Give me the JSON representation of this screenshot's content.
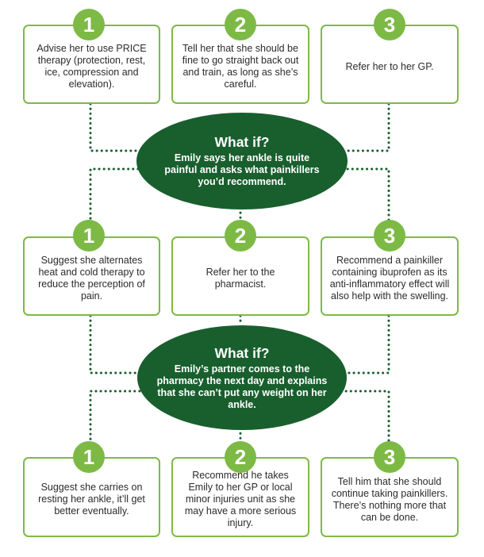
{
  "colors": {
    "green": "#7dba45",
    "dark_green": "#195f2e"
  },
  "step1": {
    "options": [
      {
        "number": "1",
        "text": "Advise her to use PRICE therapy (protection, rest, ice, compression and elevation)."
      },
      {
        "number": "2",
        "text": "Tell her that she should be fine to go straight back out and train, as long as she’s careful."
      },
      {
        "number": "3",
        "text": "Refer her to her GP."
      }
    ]
  },
  "whatif1": {
    "heading": "What if?",
    "text": "Emily says her ankle is quite painful and asks what painkillers you’d recommend."
  },
  "step2": {
    "options": [
      {
        "number": "1",
        "text": "Suggest she alternates heat and cold therapy to reduce the perception of pain."
      },
      {
        "number": "2",
        "text": "Refer her to the pharmacist."
      },
      {
        "number": "3",
        "text": "Recommend a painkiller containing ibuprofen as its anti-inflammatory effect will also help with the swelling."
      }
    ]
  },
  "whatif2": {
    "heading": "What if?",
    "text": "Emily’s partner comes to the pharmacy the next day and explains that she can’t put any weight on her ankle."
  },
  "step3": {
    "options": [
      {
        "number": "1",
        "text": "Suggest she carries on resting her ankle, it’ll get better eventually."
      },
      {
        "number": "2",
        "text": "Recommend he takes Emily to her GP or local minor injuries unit as she may have a more serious injury."
      },
      {
        "number": "3",
        "text": "Tell him that she should continue taking painkillers. There’s nothing more that can be done."
      }
    ]
  }
}
